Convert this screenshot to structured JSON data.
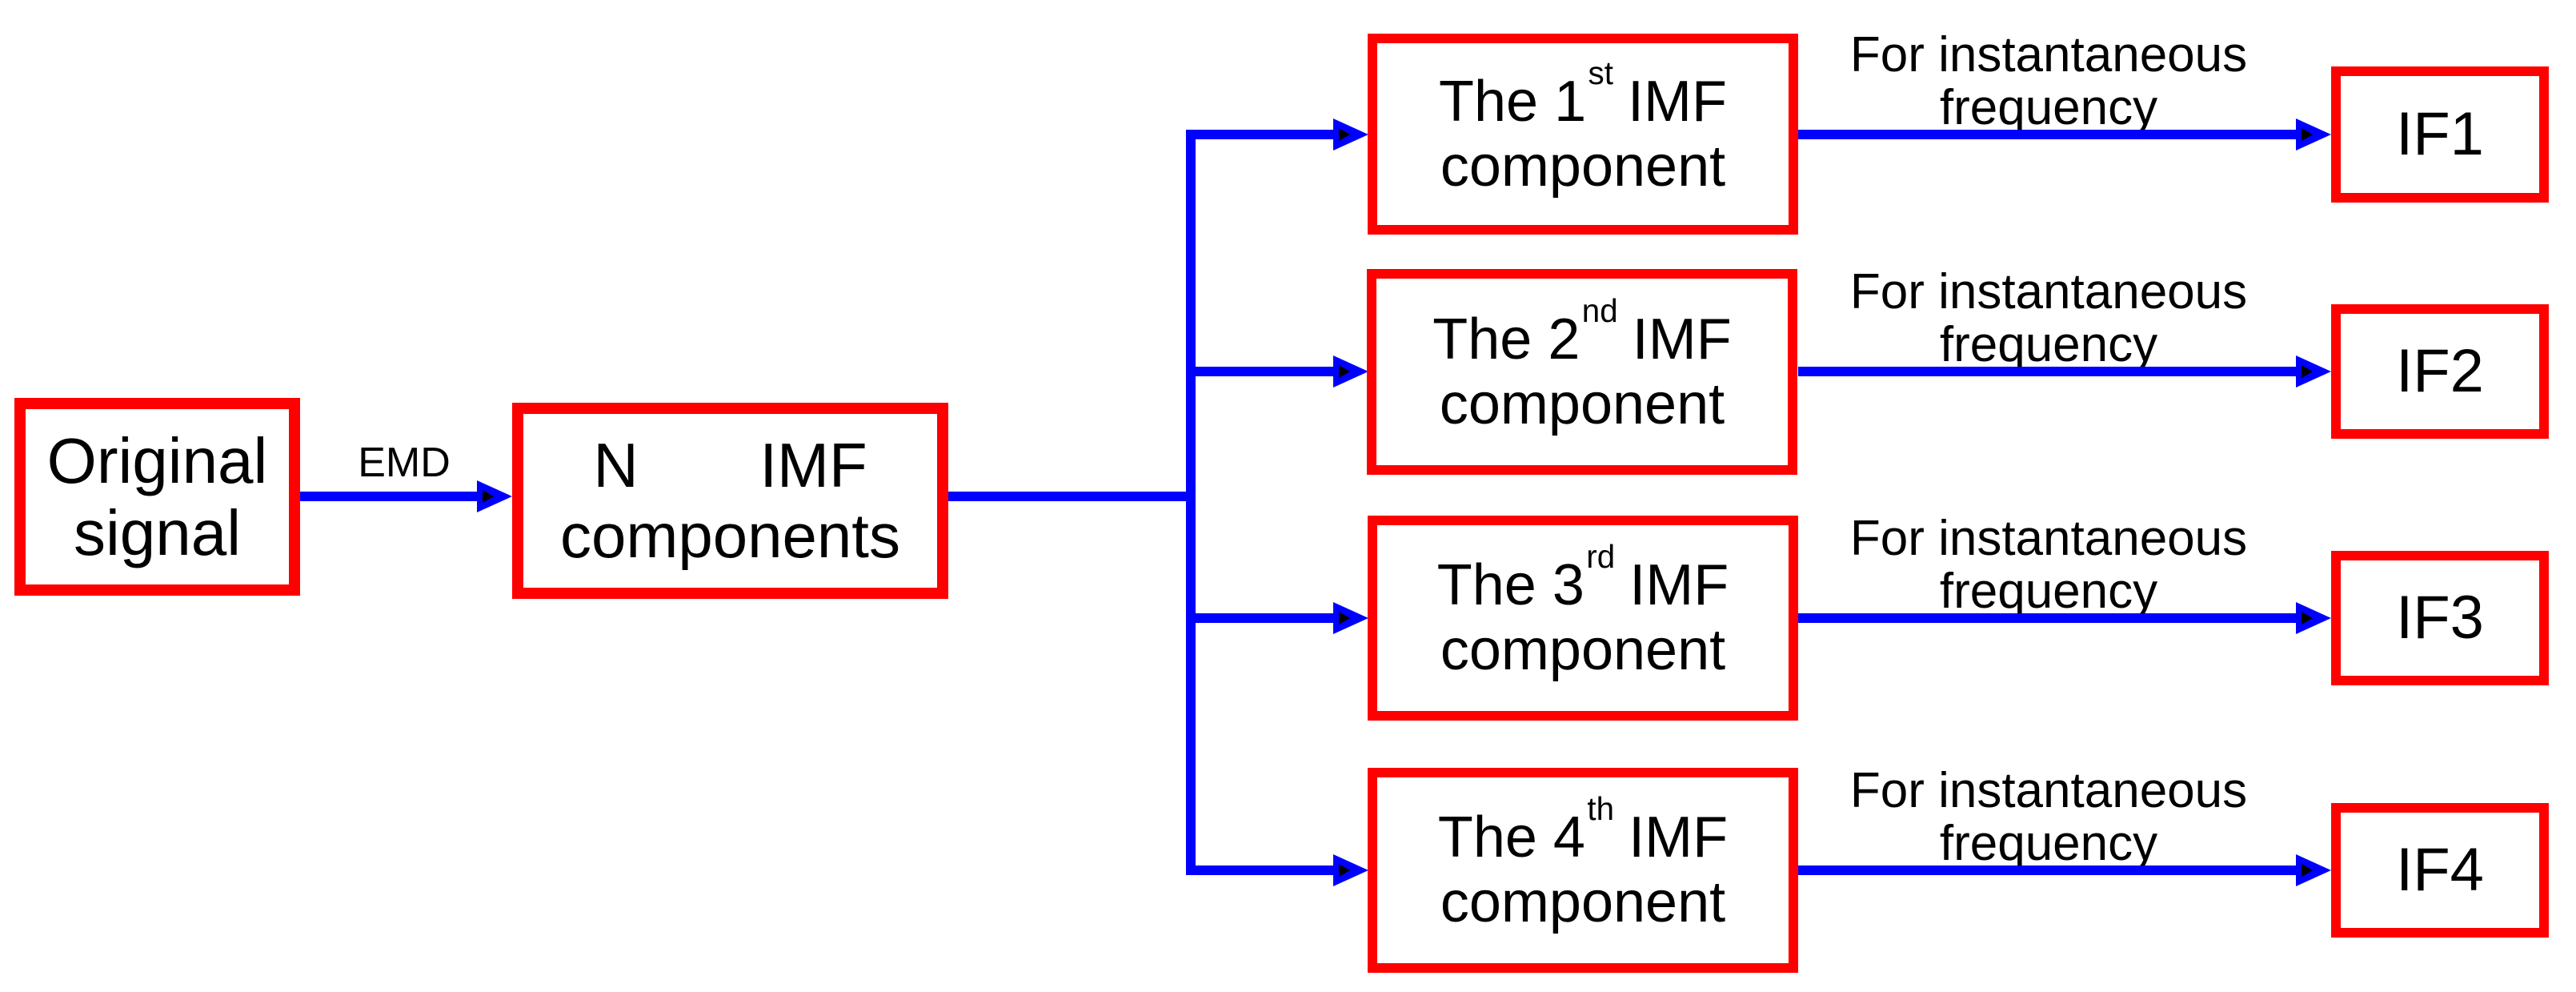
{
  "diagram": {
    "type": "flowchart",
    "description": "EMD decomposition flow: original signal decomposed by EMD into N IMF components; the first four IMF components are each processed for instantaneous frequency yielding IF1-IF4"
  },
  "colors": {
    "box_border": "#ff0000",
    "arrow": "#0000ff",
    "text": "#000000",
    "background": "#ffffff"
  },
  "nodes": {
    "original_signal": {
      "line1": "Original",
      "line2": "signal"
    },
    "n_imf": {
      "line1": "N       IMF",
      "line2": "components"
    },
    "imf_components": [
      {
        "prefix": "The 1",
        "sup": "st",
        "suffix": "IMF",
        "line2": "component"
      },
      {
        "prefix": "The 2",
        "sup": "nd",
        "suffix": "IMF",
        "line2": "component"
      },
      {
        "prefix": "The 3",
        "sup": "rd",
        "suffix": "IMF",
        "line2": "component"
      },
      {
        "prefix": "The 4",
        "sup": "th",
        "suffix": "IMF",
        "line2": "component"
      }
    ],
    "if_outputs": [
      {
        "label": "IF1"
      },
      {
        "label": "IF2"
      },
      {
        "label": "IF3"
      },
      {
        "label": "IF4"
      }
    ]
  },
  "edges": {
    "emd_label": "EMD",
    "if_arrow_label_line1": "For instantaneous",
    "if_arrow_label_line2": "frequency"
  }
}
